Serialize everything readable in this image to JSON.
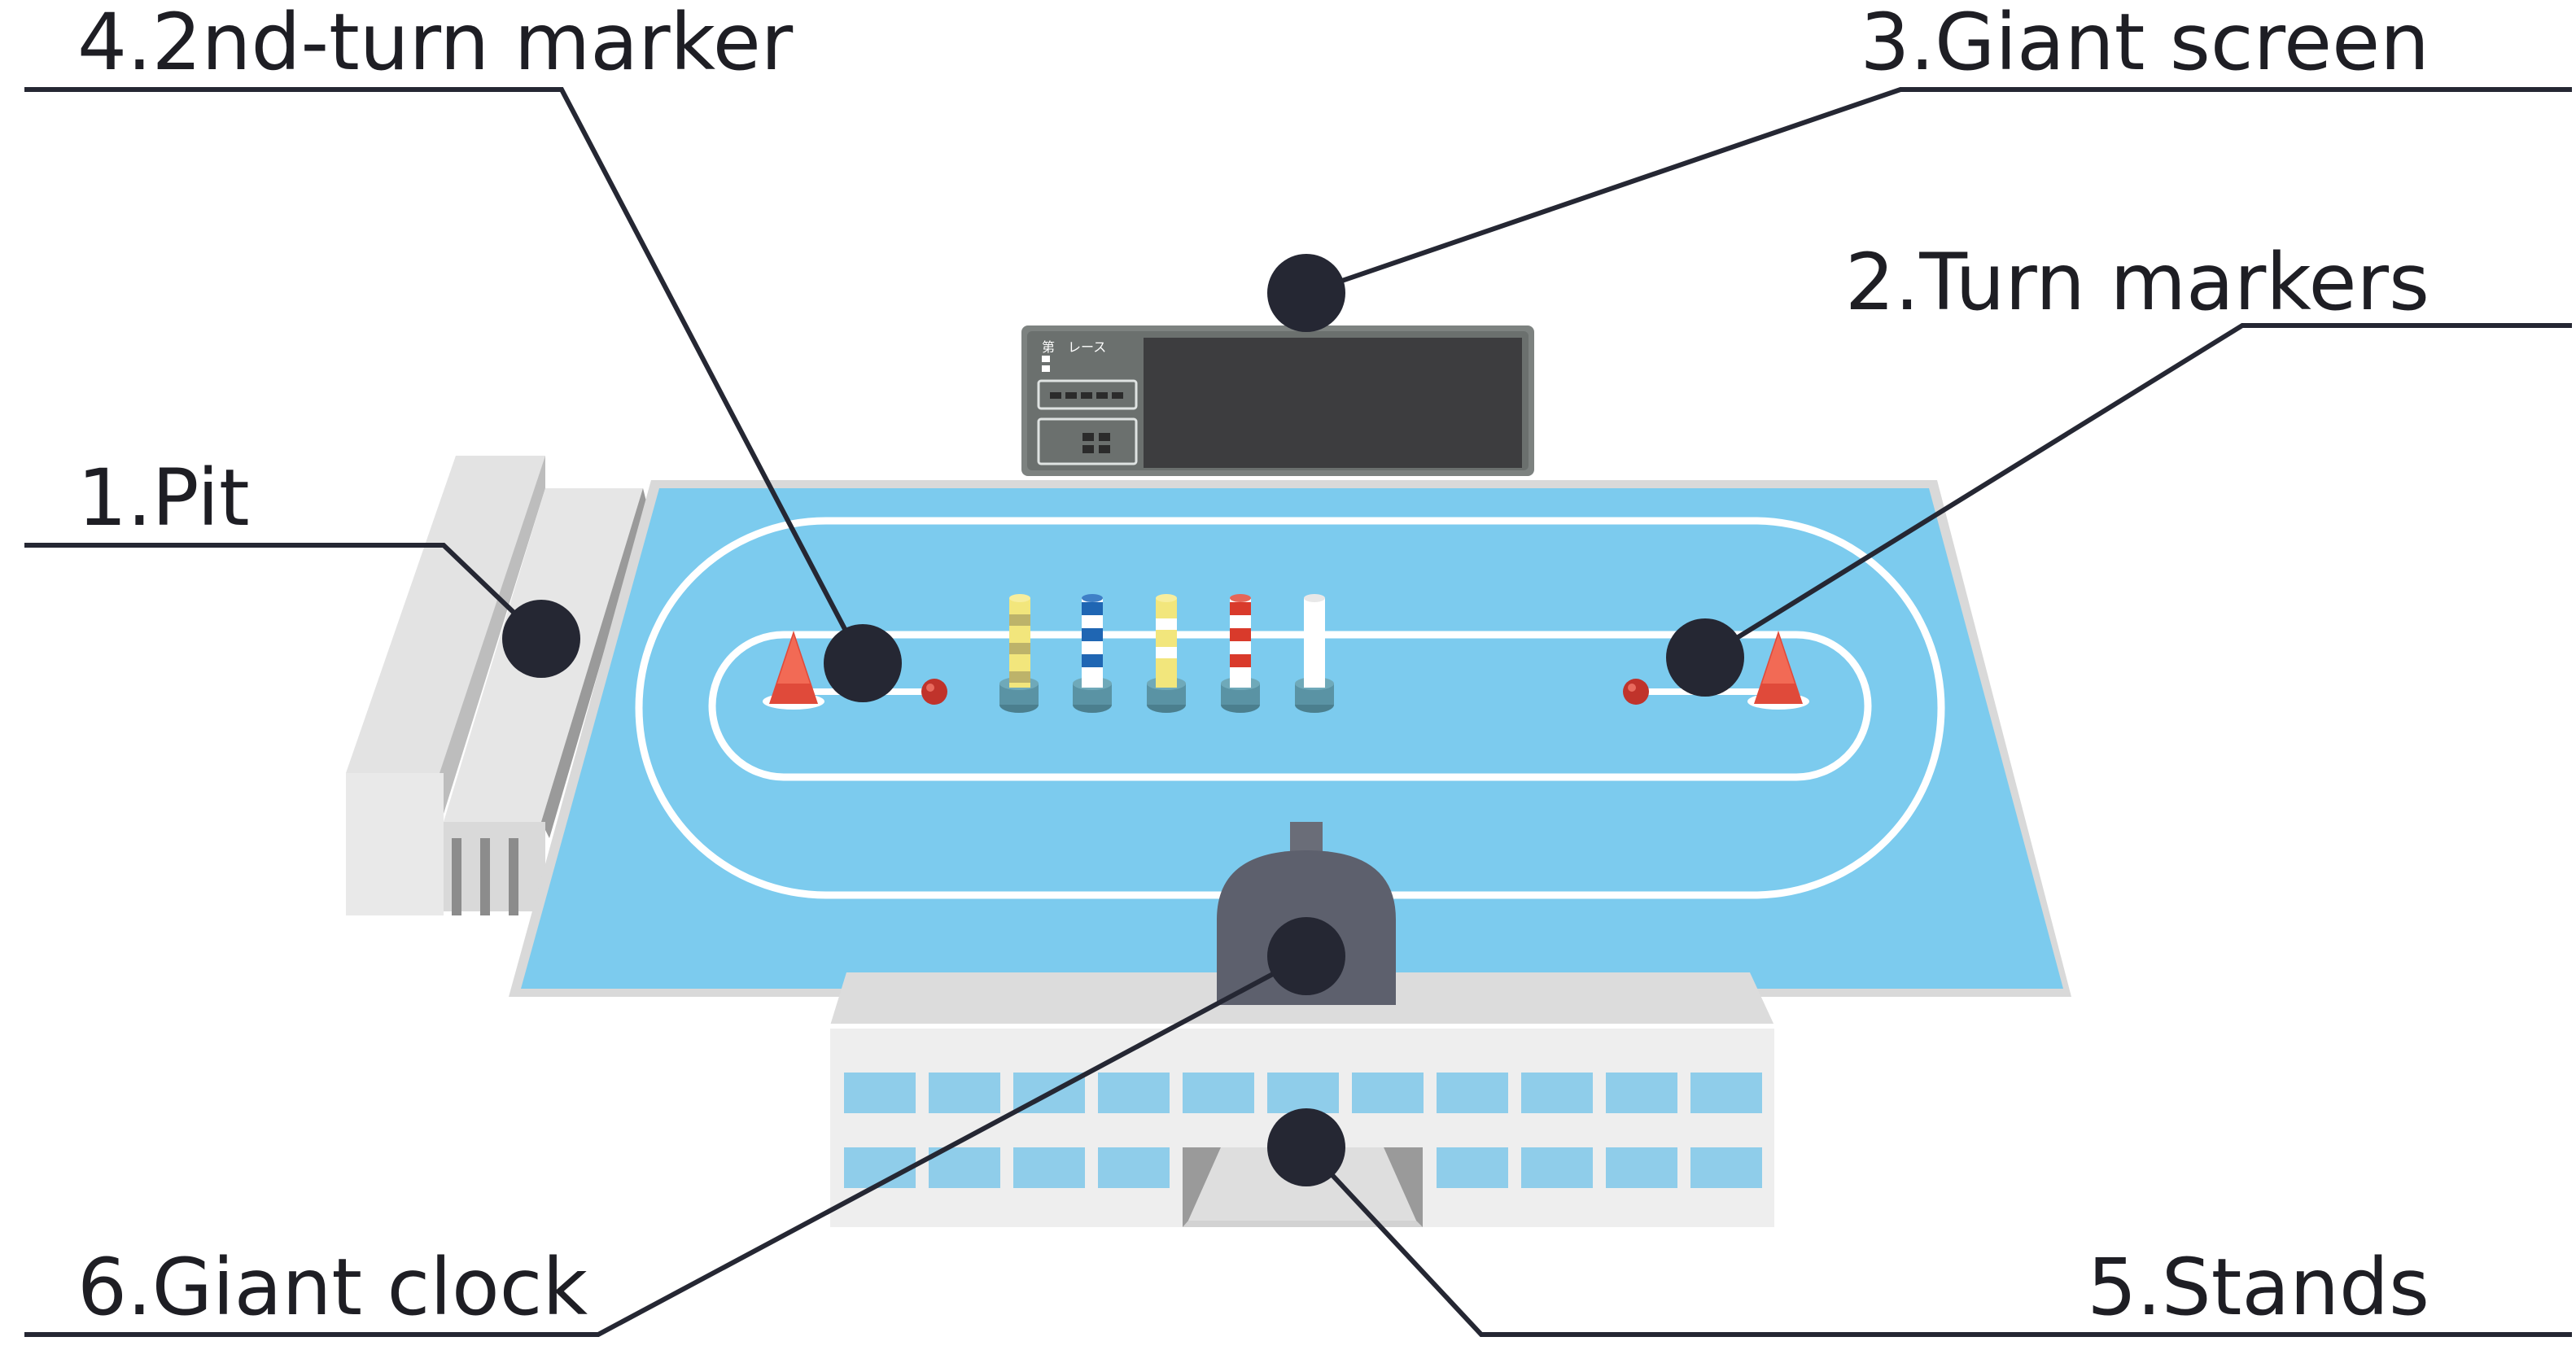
{
  "callouts": {
    "pit": "1.Pit",
    "turn_markers": "2.Turn markers",
    "giant_screen": "3.Giant screen",
    "second_turn_marker": "4.2nd-turn marker",
    "stands": "5.Stands",
    "giant_clock": "6.Giant clock"
  },
  "screen": {
    "race_label": "第　レース"
  },
  "colors": {
    "water": "#7ccbee",
    "track_line": "#ffffff",
    "callout": "#252733",
    "building": "#e9e9e9",
    "screen": "#3d3d3f",
    "clock": "#5d606d",
    "marker": "#e04a3a"
  }
}
